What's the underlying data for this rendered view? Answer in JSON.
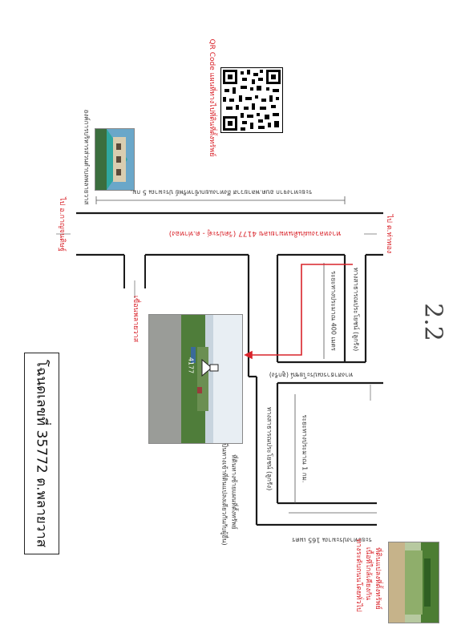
{
  "title": "โฉนดเลขที่ 35772 ต.พลายวาส",
  "handwritten_note": "2.2",
  "qr_label": "QR Code แผนที่ทางไปที่ดินที่ตั้งทรัพย์",
  "photo_top_caption": "องค์การบริหารส่วนตำบลพลายวาส",
  "distance_top": "ระยะทางจาก อบต.พลายวาส ถึงทางแยกเข้าทรัพย์ ประมาณ 5 กม.",
  "road_main": "ทางหลวงแผ่นดินหมายเลข 4177 (วัดประดู่ - ต.ท่าทอง)",
  "dir_left": "ไป อ.กาญจนดิษฐ์",
  "dir_right": "ไป ต.ท่าทอง",
  "dir_bottom_left": "เขื่อนพลายวาส",
  "branch_road_1": "ทางสาธารณประโยชน์ (ลูกรัง)",
  "distance_400": "ระยะทางประมาณ 400 เมตร",
  "branch_road_2": "ทางสาธารณประโยชน์ (ลูกรัง)",
  "branch_road_3": "ทางสาธารณประโยชน์ (ลูกรัง)",
  "distance_1km": "ระยะทางประมาณ 1 กม.",
  "distance_165": "ระยะทางประมาณ 165 เมตร",
  "land_note_1": "ที่ดินทางซ้ายแผนที่ตั้งทรัพย์",
  "land_note_2": "(เป็นทางเข้าที่ดินแปลงเดียวกันกับผู้อื่น)",
  "photo_bottom_caption_1": "ที่ดินแปลงที่ตั้งทรัพย์",
  "photo_bottom_caption_2": "เนื้อที่ใกล้เคียงกัน",
  "photo_bottom_caption_3": "ทางระดับถนนโดยทั่วไป",
  "road_sign": "4177",
  "colors": {
    "route": "#d9232a",
    "road": "#1a1a1a"
  }
}
